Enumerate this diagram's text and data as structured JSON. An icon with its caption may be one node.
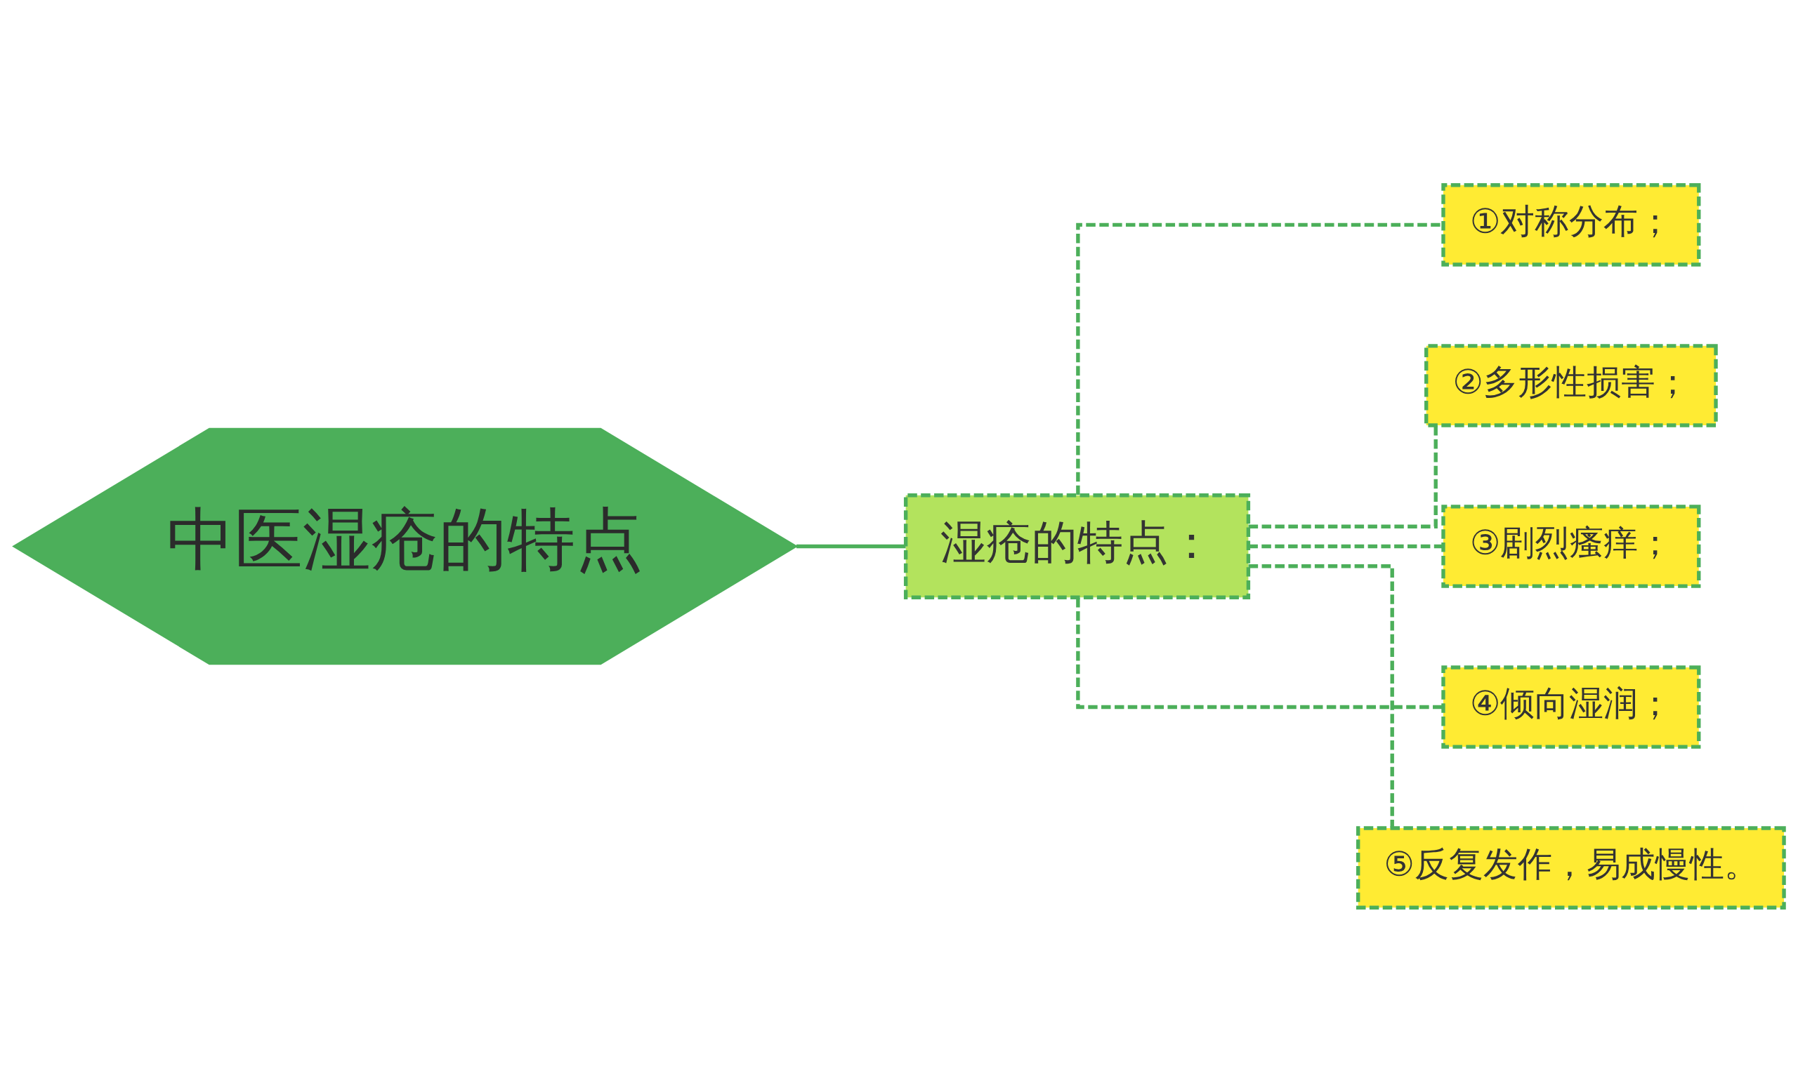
{
  "diagram": {
    "nodes": [
      {
        "text": [
          "中医湿疮的特点"
        ]
      },
      {
        "text": [
          "湿疮的特点："
        ]
      },
      {
        "text": [
          "①对称分布；"
        ]
      },
      {
        "text": [
          "②多形性损害；"
        ]
      },
      {
        "text": [
          "③剧烈瘙痒；"
        ]
      },
      {
        "text": [
          "④倾向湿润；"
        ]
      },
      {
        "text": [
          "⑤反复发作，易成慢性。"
        ]
      }
    ],
    "edges": [
      {
        "from": 0,
        "to": 1,
        "arrow": "none"
      },
      {
        "from": 1,
        "to": 2,
        "arrow": "none",
        "style": "dashed"
      },
      {
        "from": 1,
        "to": 3,
        "arrow": "none",
        "style": "dashed"
      },
      {
        "from": 1,
        "to": 4,
        "arrow": "none",
        "style": "dashed"
      },
      {
        "from": 1,
        "to": 5,
        "arrow": "none",
        "style": "dashed"
      },
      {
        "from": 1,
        "to": 6,
        "arrow": "none",
        "style": "dashed"
      }
    ]
  }
}
